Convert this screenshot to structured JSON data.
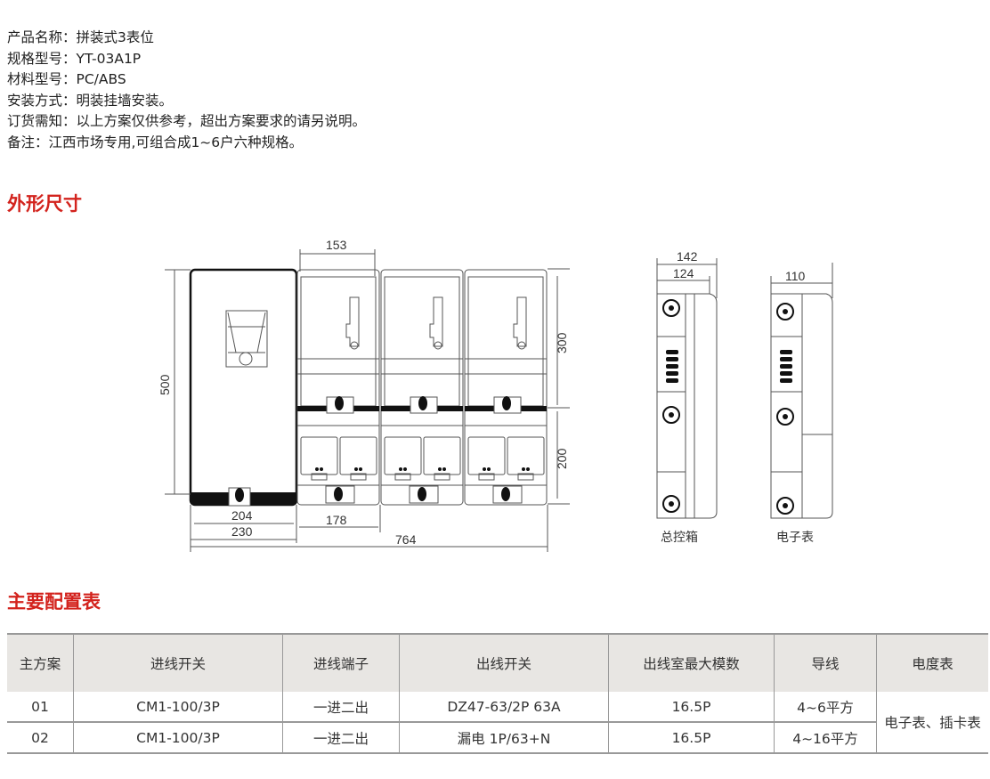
{
  "specs": [
    {
      "label": "产品名称：",
      "value": "拼装式3表位"
    },
    {
      "label": "规格型号：",
      "value": "YT-03A1P"
    },
    {
      "label": "材料型号：",
      "value": "PC/ABS"
    },
    {
      "label": "安装方式：",
      "value": "明装挂墙安装。"
    },
    {
      "label": "订货需知：",
      "value": "以上方案仅供参考，超出方案要求的请另说明。"
    },
    {
      "label": "备注：",
      "value": "江西市场专用,可组合成1~6户六种规格。"
    }
  ],
  "section_dimensions": "外形尺寸",
  "section_config": "主要配置表",
  "drawing": {
    "dims": {
      "d153": "153",
      "d500": "500",
      "d300": "300",
      "d200": "200",
      "d204": "204",
      "d230": "230",
      "d178": "178",
      "d764": "764",
      "d142": "142",
      "d124": "124",
      "d110": "110"
    },
    "caption_main": "总控箱",
    "caption_meter": "电子表"
  },
  "table": {
    "headers": [
      "主方案",
      "进线开关",
      "进线端子",
      "出线开关",
      "出线室最大模数",
      "导线",
      "电度表"
    ],
    "rows": [
      [
        "01",
        "CM1-100/3P",
        "一进二出",
        "DZ47-63/2P 63A",
        "16.5P",
        "4~6平方"
      ],
      [
        "02",
        "CM1-100/3P",
        "一进二出",
        "漏电 1P/63+N",
        "16.5P",
        "4~16平方"
      ]
    ],
    "meter_merged": "电子表、插卡表"
  },
  "colors": {
    "accent": "#d3231d",
    "header_bg": "#e8e6e3"
  }
}
